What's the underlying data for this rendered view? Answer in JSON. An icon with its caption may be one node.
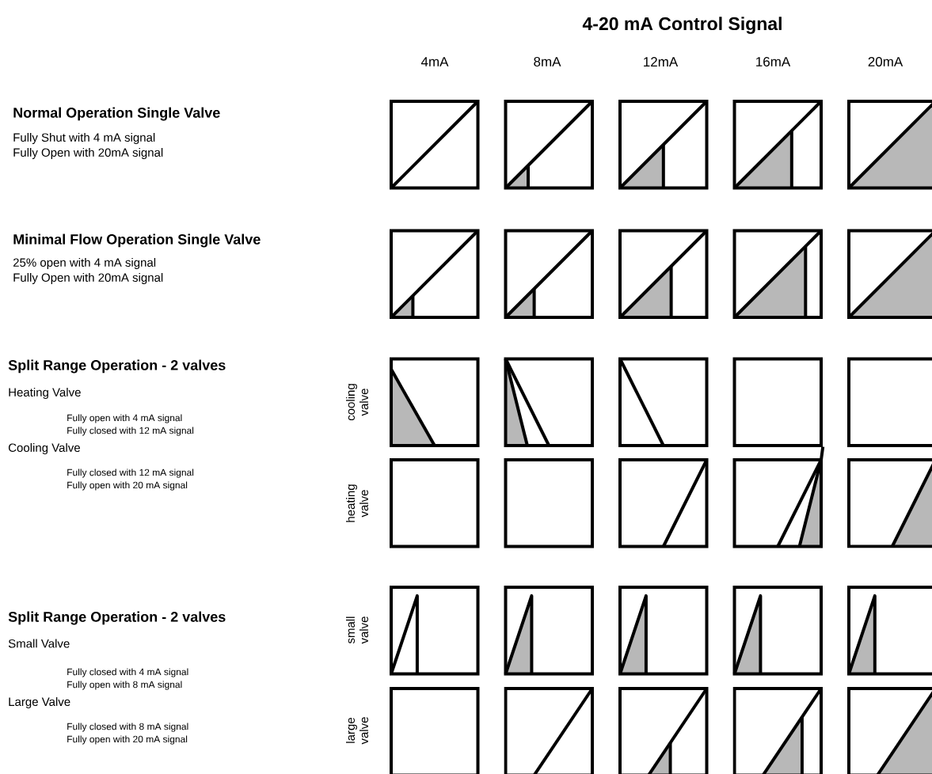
{
  "diagram": {
    "title": "4-20 mA Control Signal",
    "labels": [
      "4mA",
      "8mA",
      "12mA",
      "16mA",
      "20mA",
      "Normal Operation Single Valve",
      "Fully Shut with 4 mA signal",
      "Fully Open with 20mA signal",
      "Minimal Flow Operation Single Valve",
      "25% open with 4 mA signal",
      "Fully Open with 20mA signal",
      "Split Range Operation - 2 valves",
      "Heating Valve",
      "cooling valve",
      "Fully open with 4 mA signal",
      "Fully closed with 12 mA signal",
      "Cooling Valve",
      "Fully closed with 12 mA signal",
      "Fully open with 20 mA signal",
      "heating valve",
      "Split Range Operation - 2 valves",
      "Small Valve",
      "small valve",
      "Fully closed with 4 mA signal",
      "Fully open with 8 mA signal",
      "Large Valve",
      "large valve",
      "Fully closed with 8 mA signal",
      "Fully open with 20 mA signal"
    ]
  }
}
